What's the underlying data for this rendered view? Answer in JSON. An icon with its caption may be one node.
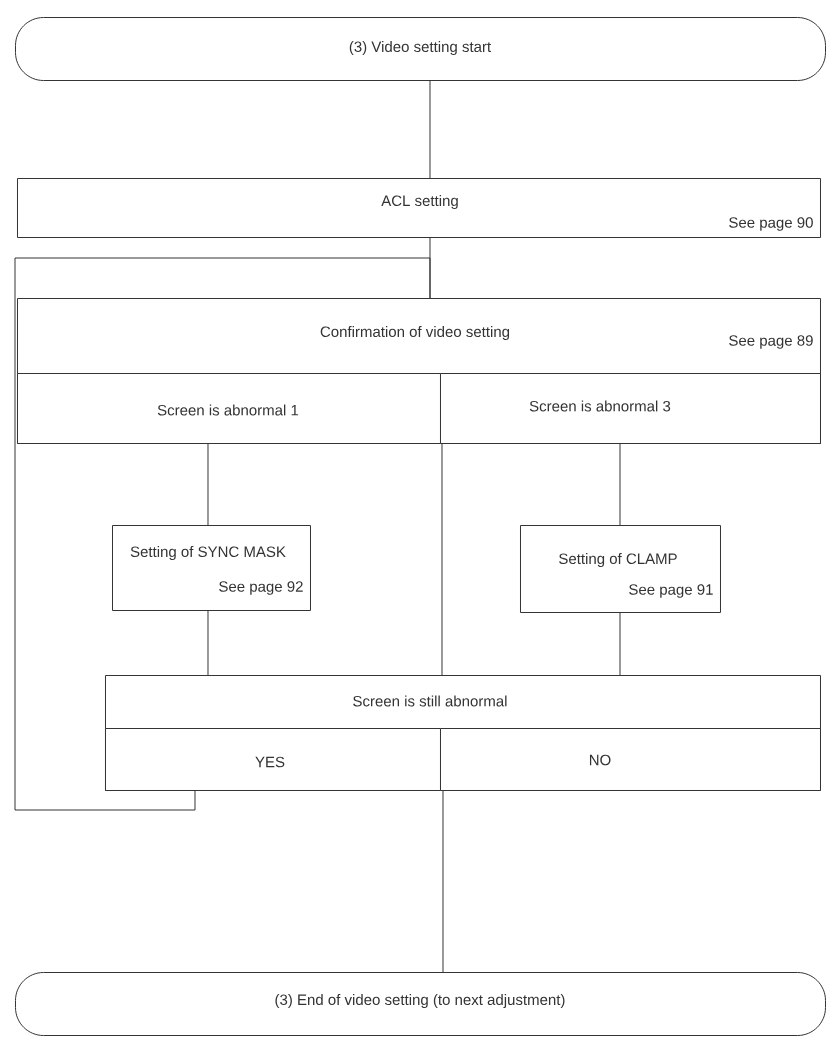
{
  "diagram": {
    "nodes": [
      {
        "text": [
          "(3) Video setting start"
        ]
      },
      {
        "text": [
          "ACL setting",
          "See page 90"
        ]
      },
      {
        "text": [
          "Confirmation of video setting",
          "See page 89"
        ]
      },
      {
        "text": [
          "Screen is abnormal 1"
        ],
        "in": 2
      },
      {
        "text": [
          "Screen is abnormal 3"
        ],
        "in": 2
      },
      {
        "text": [
          "Setting of SYNC MASK",
          "See page 92"
        ]
      },
      {
        "text": [
          "Setting of CLAMP",
          "See page 91"
        ]
      },
      {
        "text": [
          "Screen is still abnormal"
        ]
      },
      {
        "text": [
          "YES"
        ],
        "in": 7
      },
      {
        "text": [
          "NO"
        ],
        "in": 7
      },
      {
        "text": [
          "(3) End of video setting (to next adjustment)"
        ]
      }
    ],
    "edges": [
      {
        "from": 0,
        "to": 1,
        "arrow": "none"
      },
      {
        "from": 1,
        "to": 2,
        "arrow": "none"
      },
      {
        "from": 3,
        "to": 5,
        "arrow": "none"
      },
      {
        "from": 4,
        "to": 6,
        "arrow": "none"
      },
      {
        "from": 2,
        "to": 7,
        "arrow": "none"
      },
      {
        "from": 5,
        "to": 7,
        "arrow": "none"
      },
      {
        "from": 6,
        "to": 7,
        "arrow": "none"
      },
      {
        "from": 8,
        "to": 2,
        "arrow": "none"
      },
      {
        "from": 9,
        "to": 10,
        "arrow": "none"
      }
    ]
  }
}
